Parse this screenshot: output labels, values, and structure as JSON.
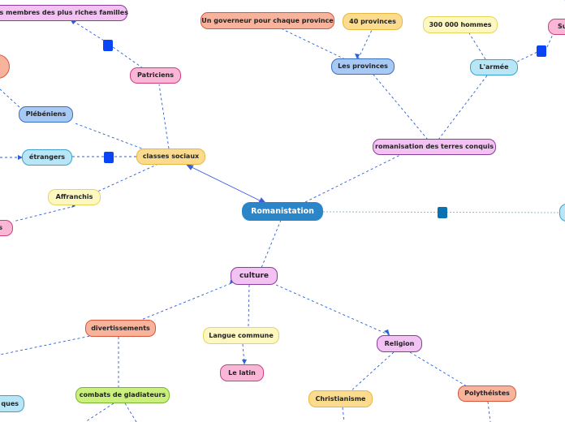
{
  "diagram": {
    "root": "Romanistation",
    "nodes": {
      "membres": "Les membres des plus riches familles",
      "patriciens": "Patriciens",
      "plebeiens": "Plébéniens",
      "etrangers": "étrangers",
      "classes": "classes sociaux",
      "affranchis": "Affranchis",
      "gouverneur": "Un governeur pour chaque province",
      "provinces40": "40 provinces",
      "provinces": "Les provinces",
      "hommes": "300 000 hommes",
      "armee": "L'armée",
      "su": "Su",
      "romanisation": "romanisation des terres conquis",
      "culture": "culture",
      "langue": "Langue commune",
      "latin": "Le latin",
      "divertissements": "divertissements",
      "religion": "Religion",
      "christianisme": "Christianisme",
      "polytheistes": "Polythéistes",
      "gladiateurs": "combats de gladiateurs",
      "left_partial": "ques",
      "s_partial": "s"
    }
  }
}
